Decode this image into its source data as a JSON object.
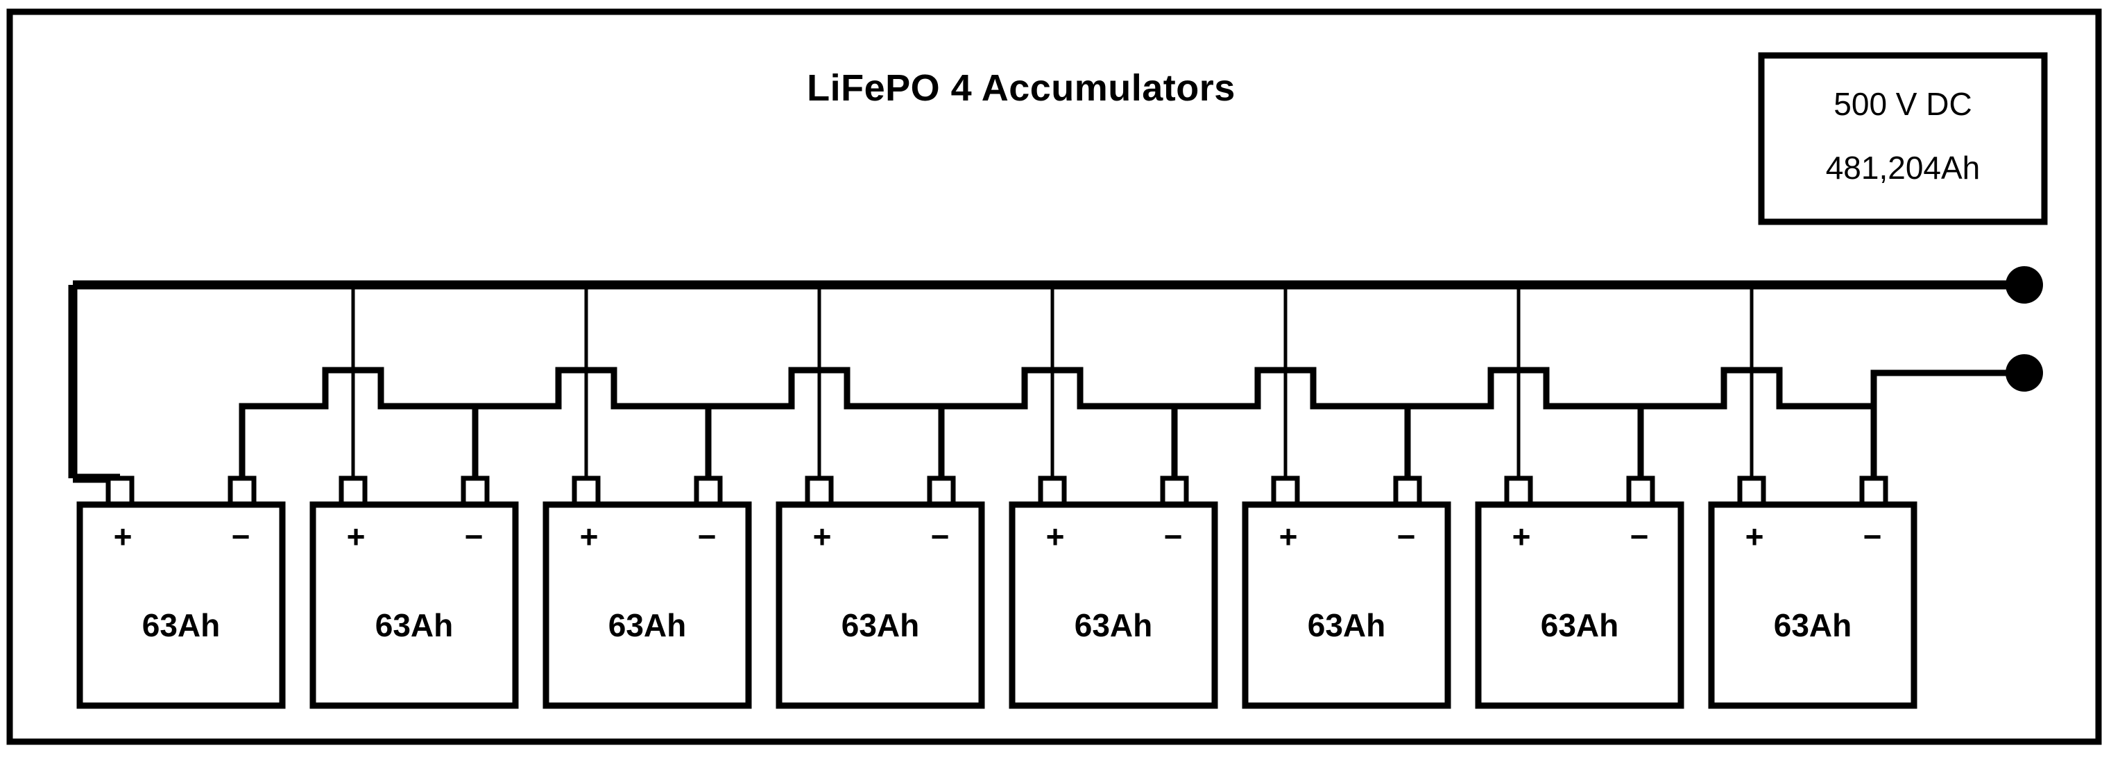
{
  "diagram": {
    "title": "LiFePO 4 Accumulators",
    "spec_box": {
      "line1": "500 V DC",
      "line2": "481,204Ah"
    },
    "cell_count": 8,
    "cells": [
      {
        "capacity": "63Ah",
        "positive": "+",
        "negative": "−"
      },
      {
        "capacity": "63Ah",
        "positive": "+",
        "negative": "−"
      },
      {
        "capacity": "63Ah",
        "positive": "+",
        "negative": "−"
      },
      {
        "capacity": "63Ah",
        "positive": "+",
        "negative": "−"
      },
      {
        "capacity": "63Ah",
        "positive": "+",
        "negative": "−"
      },
      {
        "capacity": "63Ah",
        "positive": "+",
        "negative": "−"
      },
      {
        "capacity": "63Ah",
        "positive": "+",
        "negative": "−"
      },
      {
        "capacity": "63Ah",
        "positive": "+",
        "negative": "−"
      }
    ],
    "outputs": [
      {
        "name": "positive-output-terminal"
      },
      {
        "name": "negative-output-terminal"
      }
    ],
    "colors": {
      "line": "#000000",
      "background": "#ffffff",
      "text": "#000000"
    }
  },
  "chart_data": {
    "type": "diagram",
    "title": "LiFePO 4 Accumulators",
    "series_connection": "8 cells wired in series",
    "cell_capacity_ah": 63,
    "cell_count": 8,
    "pack_voltage": "500 V DC",
    "pack_capacity": "481,204Ah",
    "cell_labels": [
      "63Ah",
      "63Ah",
      "63Ah",
      "63Ah",
      "63Ah",
      "63Ah",
      "63Ah",
      "63Ah"
    ],
    "terminals": [
      "+",
      "−"
    ],
    "outputs": [
      "positive",
      "negative"
    ]
  }
}
